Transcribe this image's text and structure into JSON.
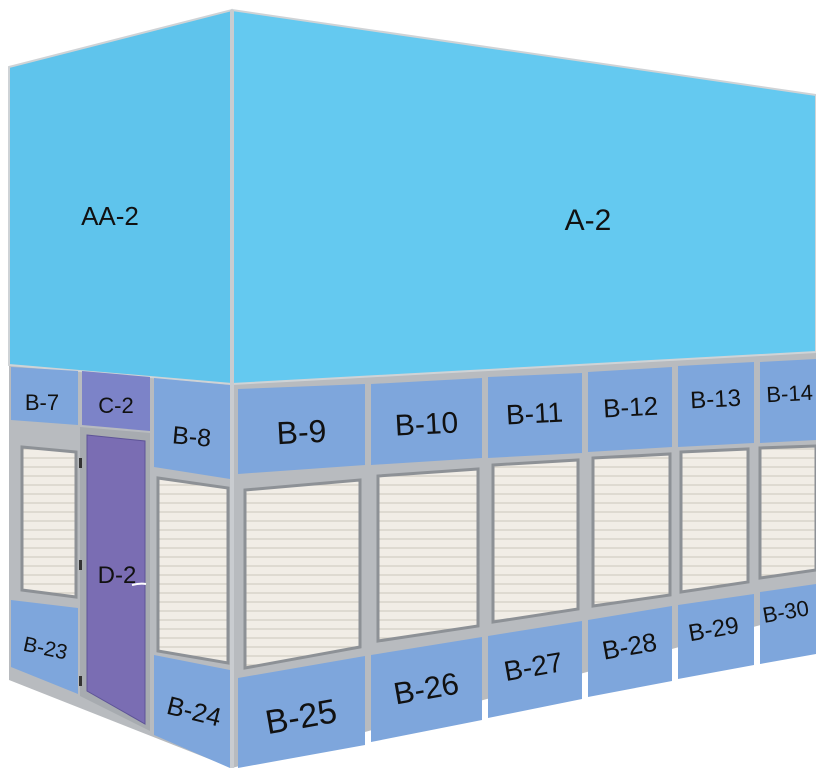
{
  "colors": {
    "upper_panel": "#62c8ef",
    "upper_panel_side": "#5bbfe6",
    "band_panel": "#7fa8df",
    "band_panel_side": "#7aa1d6",
    "door": "#7d6fb2",
    "frame": "#b9bcc0",
    "frame_dark": "#9ea3a8",
    "louver": "#f1ede6",
    "louver_line": "#d6d1c8"
  },
  "left_face": {
    "upper_label": "AA-2",
    "top_band": [
      "B-7",
      "C-2",
      "B-8"
    ],
    "door_label": "D-2",
    "bottom_band": [
      "B-23",
      "B-24"
    ]
  },
  "front_face": {
    "upper_label": "A-2",
    "top_band": [
      "B-9",
      "B-10",
      "B-11",
      "B-12",
      "B-13",
      "B-14"
    ],
    "bottom_band": [
      "B-25",
      "B-26",
      "B-27",
      "B-28",
      "B-29",
      "B-30"
    ]
  }
}
